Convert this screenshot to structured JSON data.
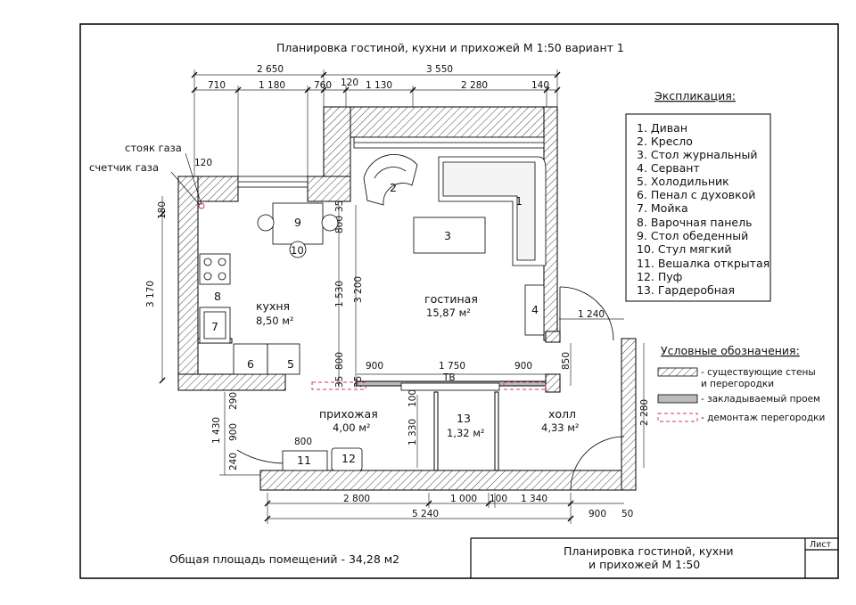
{
  "title": "Планировка гостиной, кухни и прихожей М 1:50    вариант 1",
  "explication": {
    "heading": "Экспликация:",
    "items": [
      "1. Диван",
      "2. Кресло",
      "3. Стол журнальный",
      "4. Сервант",
      "5. Холодильник",
      "6. Пенал с духовкой",
      "7. Мойка",
      "8. Варочная панель",
      "9. Стол обеденный",
      "10. Стул мягкий",
      "11. Вешалка открытая",
      "12. Пуф",
      "13. Гардеробная"
    ]
  },
  "legend": {
    "heading": "Условные обозначения:",
    "existing_line1": "- существующие стены",
    "existing_line2": "и перегородки",
    "filled": "- закладываемый проем",
    "demolish": "- демонтаж перегородки"
  },
  "labels": {
    "gas_riser": "стояк газа",
    "gas_meter": "счетчик газа",
    "tv": "ТВ",
    "total_area": "Общая площадь помещений - 34,28 м2"
  },
  "rooms": {
    "kitchen_name": "кухня",
    "kitchen_area": "8,50 м²",
    "living_name": "гостиная",
    "living_area": "15,87 м²",
    "hall_name": "прихожая",
    "hall_area": "4,00 м²",
    "wardrobe_num": "13",
    "wardrobe_area": "1,32 м²",
    "holl_name": "холл",
    "holl_area": "4,33 м²"
  },
  "furniture": {
    "f1": "1",
    "f2": "2",
    "f3": "3",
    "f4": "4",
    "f5": "5",
    "f6": "6",
    "f7": "7",
    "f8": "8",
    "f9": "9",
    "f10": "10",
    "f11": "11",
    "f12": "12"
  },
  "dims": {
    "top": [
      "2 650",
      "3 550",
      "710",
      "1 180",
      "760",
      "120",
      "1 130",
      "2 280",
      "140"
    ],
    "g120": "120",
    "left": [
      "180",
      "3 170",
      "1 430",
      "900",
      "290",
      "240"
    ],
    "inner": [
      "1 530",
      "3 200",
      "800",
      "35",
      "35",
      "800",
      "35",
      "900",
      "1 750",
      "900",
      "850",
      "1 240",
      "2 280",
      "100",
      "1 330",
      "800"
    ],
    "bottom": [
      "2 800",
      "1 000",
      "100",
      "1 340",
      "5 240",
      "900",
      "50"
    ]
  },
  "stamp": {
    "sheet": "Лист",
    "title_line1": "Планировка гостиной, кухни",
    "title_line2": "и прихожей М 1:50"
  }
}
